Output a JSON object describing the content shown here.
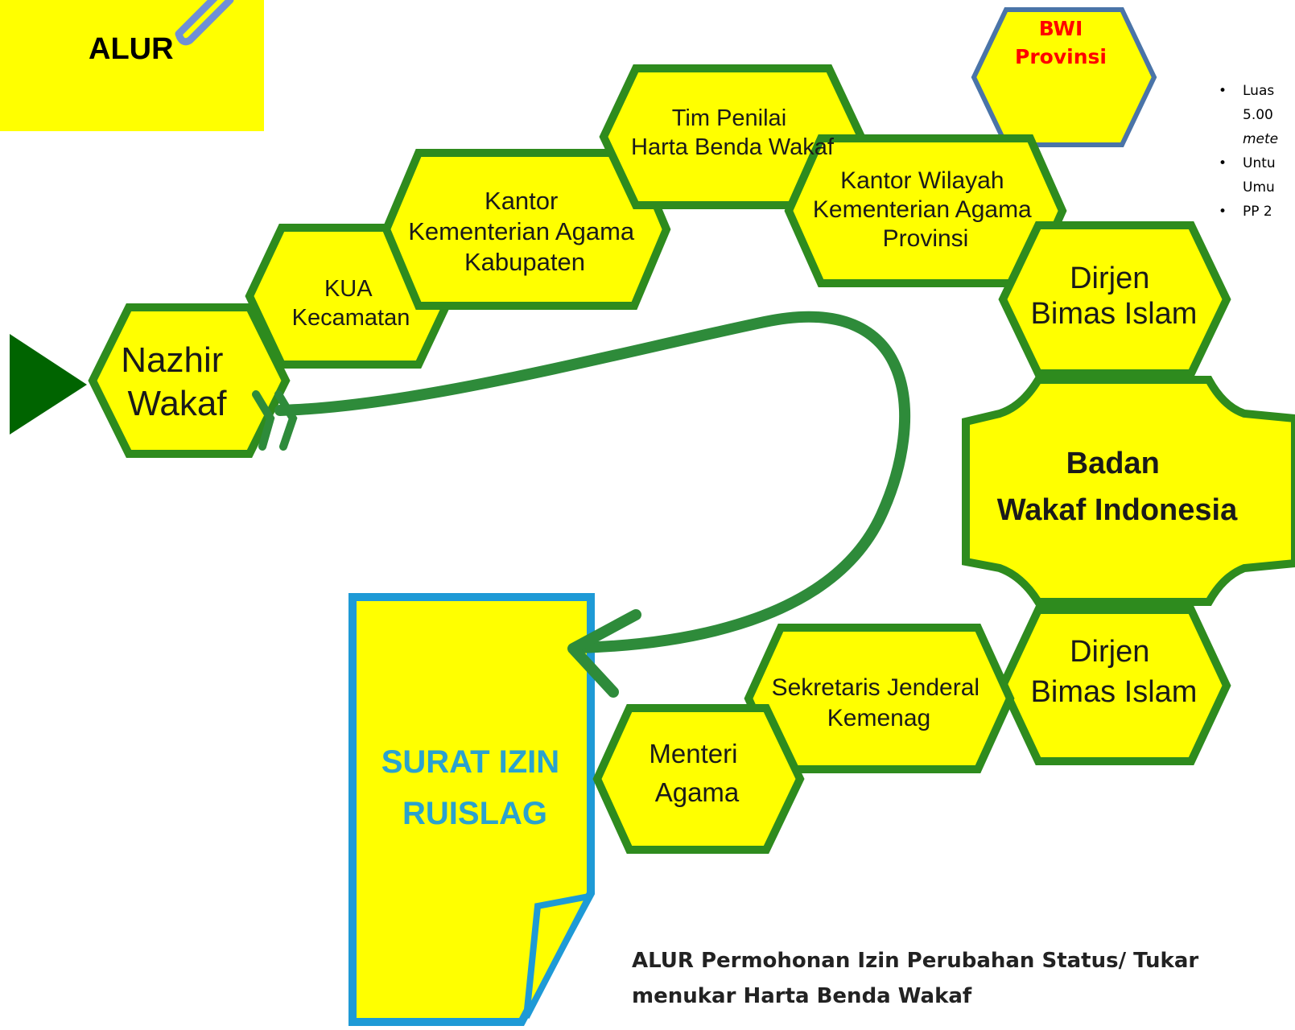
{
  "header": {
    "title": "ALUR"
  },
  "bwi_badge": {
    "line1": "BWI",
    "line2": "Provinsi"
  },
  "notes": [
    {
      "line1": "Luas",
      "line2": "5.00",
      "line3": "mete"
    },
    {
      "line1": "Untu",
      "line2": "Umu"
    },
    {
      "line1": "PP 2"
    }
  ],
  "nodes": {
    "nazhir": {
      "line1": "Nazhir",
      "line2": "Wakaf"
    },
    "kua": {
      "line1": "KUA",
      "line2": "Kecamatan"
    },
    "kankemenag": {
      "line1": "Kantor",
      "line2": "Kementerian Agama",
      "line3": "Kabupaten"
    },
    "tim_penilai": {
      "line1": "Tim Penilai",
      "line2": "Harta Benda Wakaf"
    },
    "kanwil": {
      "line1": "Kantor Wilayah",
      "line2": "Kementerian Agama",
      "line3": "Provinsi"
    },
    "dirjen1": {
      "line1": "Dirjen",
      "line2": "Bimas Islam"
    },
    "bwi": {
      "line1": "Badan",
      "line2": "Wakaf Indonesia"
    },
    "dirjen2": {
      "line1": "Dirjen",
      "line2": "Bimas Islam"
    },
    "sekjen": {
      "line1": "Sekretaris Jenderal",
      "line2": "Kemenag"
    },
    "menteri": {
      "line1": "Menteri",
      "line2": "Agama"
    }
  },
  "document": {
    "line1": "SURAT IZIN",
    "line2": "RUISLAG"
  },
  "caption": {
    "line1": "ALUR Permohonan Izin Perubahan Status/ Tukar",
    "line2": "menukar Harta Benda Wakaf"
  },
  "colors": {
    "node_fill": "#ffff00",
    "node_border": "#2e8b1e",
    "arrow": "#2e8b3a",
    "play_icon": "#006400",
    "document_border": "#1e9ad6",
    "document_text": "#2aa2cf",
    "badge_border": "#4a74a8",
    "badge_text": "#ff0000"
  }
}
